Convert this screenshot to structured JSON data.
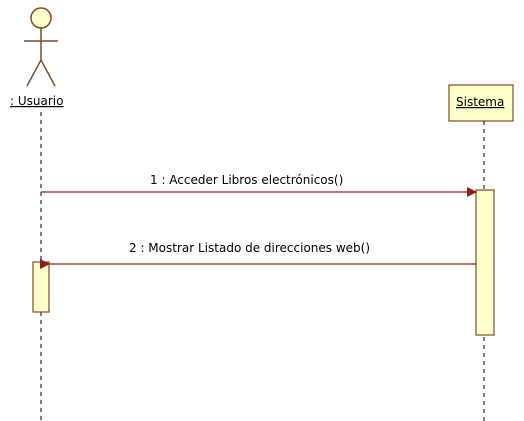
{
  "diagram": {
    "actor": {
      "name": ": Usuario",
      "icon": "stick-figure-actor-icon"
    },
    "object": {
      "name": "Sistema"
    },
    "messages": [
      {
        "label": "1 : Acceder Libros electrónicos()",
        "from": "Usuario",
        "to": "Sistema"
      },
      {
        "label": "2 : Mostrar Listado de direcciones web()",
        "from": "Sistema",
        "to": "Usuario"
      }
    ]
  },
  "colors": {
    "lifeline": "#000000",
    "message_arrow": "#8b1e1e",
    "activation_fill": "#ffffcc",
    "activation_stroke": "#7a4b2e",
    "object_fill": "#ffffcc",
    "object_stroke": "#7a4b2e",
    "actor_fill": "#ffffcc",
    "actor_stroke": "#7a4b2e"
  }
}
